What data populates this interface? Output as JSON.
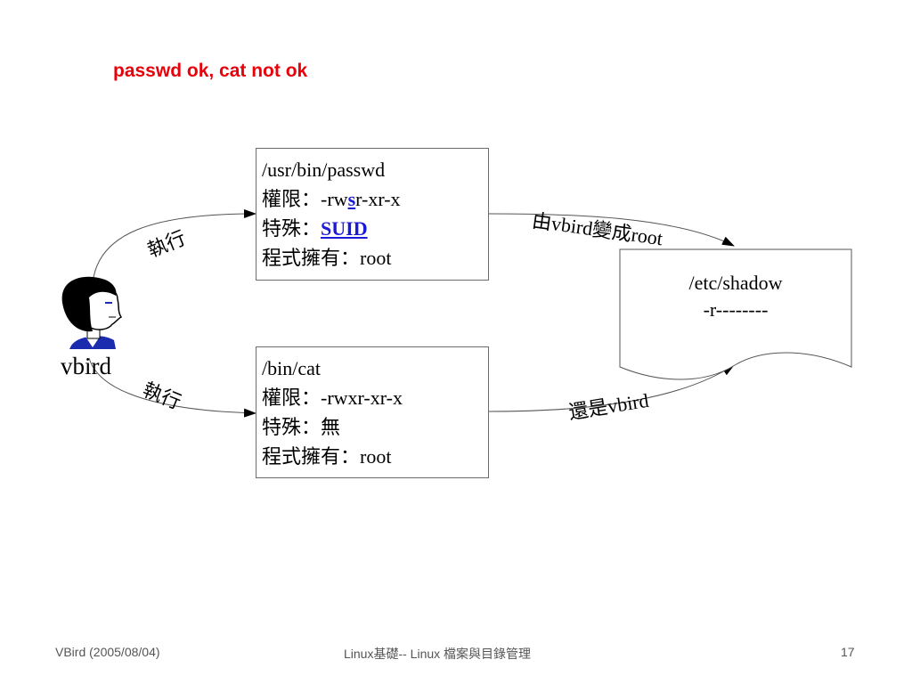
{
  "title": "passwd ok, cat not ok",
  "person": {
    "name": "vbird"
  },
  "passwd_box": {
    "path": "/usr/bin/passwd",
    "perm_label": "權限：",
    "perm_pre": "-rw",
    "perm_bit": "s",
    "perm_post": "r-xr-x",
    "special_label": "特殊：",
    "special_value": "SUID",
    "owner_line": "程式擁有：root"
  },
  "cat_box": {
    "path": "/bin/cat",
    "perm_line": "權限：-rwxr-xr-x",
    "special_line": "特殊：無",
    "owner_line": "程式擁有：root"
  },
  "shadow_file": {
    "path": "/etc/shadow",
    "perm": "-r--------"
  },
  "labels": {
    "exec_top": "執行",
    "exec_bottom": "執行",
    "become_root": "由vbird變成root",
    "still_vbird": "還是vbird"
  },
  "footer": {
    "left": "VBird (2005/08/04)",
    "center": "Linux基礎-- Linux 檔案與目錄管理",
    "page": "17"
  }
}
